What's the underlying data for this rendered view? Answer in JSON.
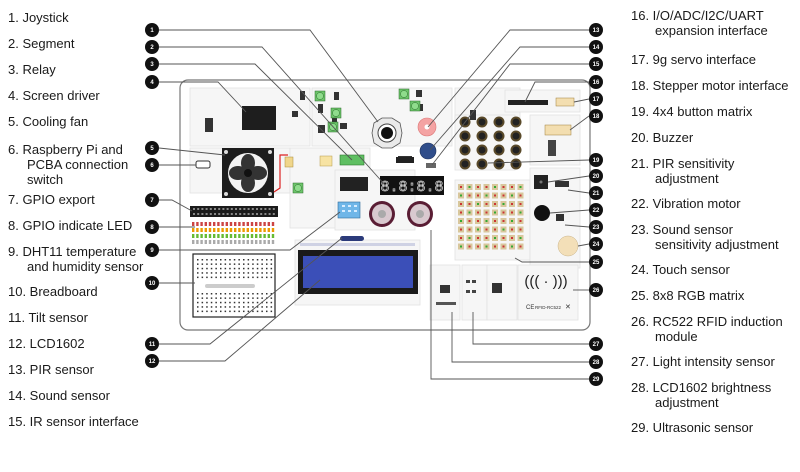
{
  "title": "Raspberry Pi sensor kit board component map",
  "left_labels": [
    {
      "n": "1.",
      "text": "Joystick"
    },
    {
      "n": "2.",
      "text": "Segment"
    },
    {
      "n": "3.",
      "text": "Relay"
    },
    {
      "n": "4.",
      "text": "Screen driver"
    },
    {
      "n": "5.",
      "text": "Cooling fan"
    },
    {
      "n": "6.",
      "text": "Raspberry Pi and",
      "cont": [
        "PCBA connection",
        "switch"
      ]
    },
    {
      "n": "7.",
      "text": "GPIO export"
    },
    {
      "n": "8.",
      "text": "GPIO  indicate LED"
    },
    {
      "n": "9.",
      "text": "DHT11 temperature",
      "cont": [
        "and humidity sensor"
      ]
    },
    {
      "n": "10.",
      "text": "Breadboard"
    },
    {
      "n": "11.",
      "text": "Tilt sensor"
    },
    {
      "n": "12.",
      "text": "LCD1602"
    },
    {
      "n": "13.",
      "text": "PIR sensor"
    },
    {
      "n": "14.",
      "text": "Sound sensor"
    },
    {
      "n": "15.",
      "text": "IR sensor interface"
    }
  ],
  "right_labels": [
    {
      "n": "16.",
      "text": "I/O/ADC/I2C/UART",
      "cont": [
        "expansion interface"
      ]
    },
    {
      "n": "17.",
      "text": "9g servo interface"
    },
    {
      "n": "18.",
      "text": "Stepper motor interface"
    },
    {
      "n": "19.",
      "text": "4x4 button matrix"
    },
    {
      "n": "20.",
      "text": "Buzzer"
    },
    {
      "n": "21.",
      "text": "PIR sensitivity",
      "cont": [
        "adjustment"
      ]
    },
    {
      "n": "22.",
      "text": "Vibration motor"
    },
    {
      "n": "23.",
      "text": "Sound sensor",
      "cont": [
        "sensitivity adjustment"
      ]
    },
    {
      "n": "24.",
      "text": "Touch sensor"
    },
    {
      "n": "25.",
      "text": "8x8 RGB matrix"
    },
    {
      "n": "26.",
      "text": "RC522 RFID induction",
      "cont": [
        "module"
      ]
    },
    {
      "n": "27.",
      "text": "Light intensity sensor"
    },
    {
      "n": "28.",
      "text": "LCD1602 brightness",
      "cont": [
        "adjustment"
      ]
    },
    {
      "n": "29.",
      "text": "Ultrasonic sensor"
    }
  ],
  "badges": [
    "1",
    "2",
    "3",
    "4",
    "5",
    "6",
    "7",
    "8",
    "9",
    "10",
    "11",
    "12",
    "13",
    "14",
    "15",
    "16",
    "17",
    "18",
    "19",
    "20",
    "21",
    "22",
    "23",
    "24",
    "25",
    "26",
    "27",
    "28",
    "29"
  ],
  "board": {
    "segment_display": "8.8:8.8",
    "rfid_label": "RFID-RC522",
    "ce_mark": "CE",
    "rfid_waves": "((( · )))"
  },
  "colors": {
    "badge": "#111111",
    "leader": "#555555",
    "board_outline": "#777777",
    "lcd": "#3b4fb8",
    "pir": "#f4a3a3",
    "sound": "#2f4d8a",
    "fan": "#1d1d1d",
    "dht": "#6fb6e8",
    "relay_terminal": "#5fbf62",
    "touch": "#f3dfb8",
    "button_green": "#6cc46a"
  }
}
